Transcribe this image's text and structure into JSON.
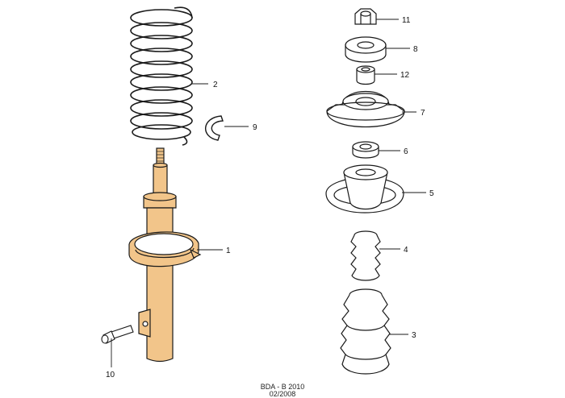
{
  "diagram": {
    "callouts": {
      "p1": "1",
      "p2": "2",
      "p3": "3",
      "p4": "4",
      "p5": "5",
      "p6": "6",
      "p7": "7",
      "p8": "8",
      "p9": "9",
      "p10": "10",
      "p11": "11",
      "p12": "12"
    },
    "colors": {
      "strut": "#f2c58a",
      "outline": "#1a1a1a",
      "part_fill": "#ffffff"
    }
  },
  "footer": {
    "line1": "BDA - B 2010",
    "line2": "02/2008"
  }
}
